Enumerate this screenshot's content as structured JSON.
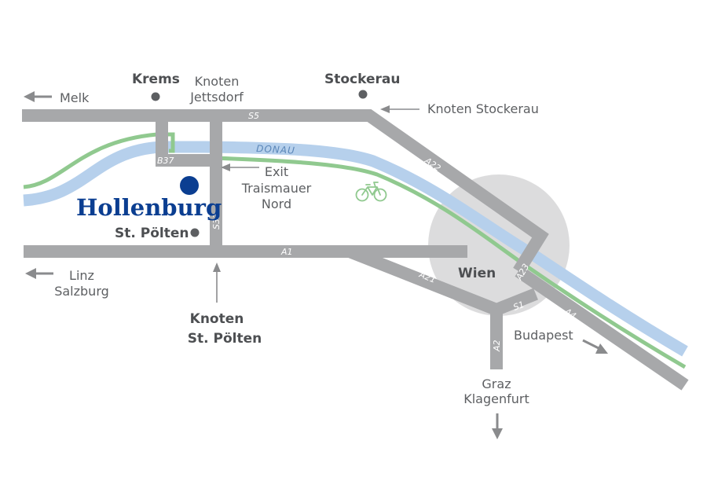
{
  "colors": {
    "road": "#a7a8aa",
    "river": "#b6d0ec",
    "bike": "#90c98f",
    "city_circle": "#dcdcdd",
    "brand": "#0b3e91",
    "dot": "#5d5f62",
    "arrow": "#8a8b8d"
  },
  "brand": {
    "name": "Hollenburg"
  },
  "places": {
    "krems": "Krems",
    "stockerau": "Stockerau",
    "st_poelten": "St. Pölten",
    "wien": "Wien"
  },
  "directions": {
    "melk": "Melk",
    "linz": "Linz",
    "salzburg": "Salzburg",
    "budapest": "Budapest",
    "graz": "Graz",
    "klagenfurt": "Klagenfurt"
  },
  "junctions": {
    "knoten_jettsdorf_1": "Knoten",
    "knoten_jettsdorf_2": "Jettsdorf",
    "knoten_stockerau": "Knoten Stockerau",
    "exit_1": "Exit",
    "exit_2": "Traismauer",
    "exit_3": "Nord",
    "knoten_stpoelten_1": "Knoten",
    "knoten_stpoelten_2": "St. Pölten"
  },
  "roads": {
    "s5": "S5",
    "b37": "B37",
    "s33": "S33",
    "a1": "A1",
    "a22": "A22",
    "a21": "A21",
    "a23": "A23",
    "s1": "S1",
    "a4": "A4",
    "a2": "A2"
  },
  "river": {
    "name": "DONAU"
  },
  "icons": {
    "bike": "bicycle-icon",
    "location": "location-dot-icon",
    "arrow": "arrow-icon"
  }
}
